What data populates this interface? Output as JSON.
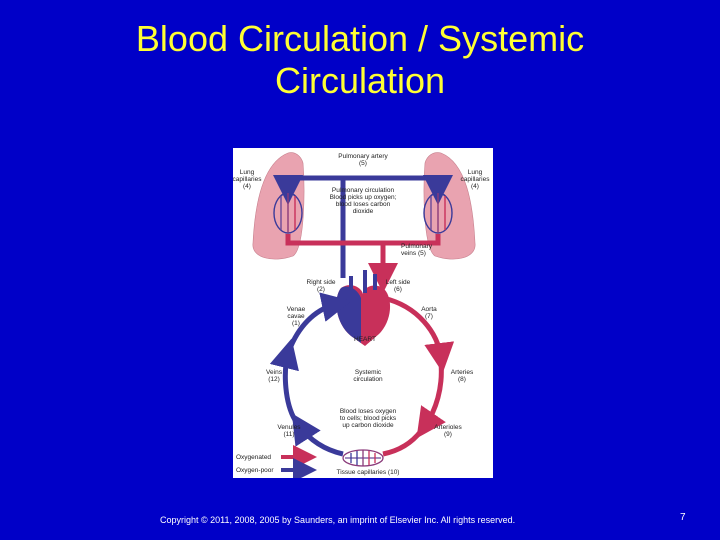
{
  "slide": {
    "title_line1": "Blood Circulation / Systemic",
    "title_line2": "Circulation",
    "copyright": "Copyright © 2011, 2008, 2005 by Saunders, an imprint of Elsevier Inc. All rights reserved.",
    "page_number": "7"
  },
  "diagram": {
    "pulmonary_artery": [
      "Pulmonary artery",
      "(5)"
    ],
    "lung_left": [
      "Lung",
      "capillaries",
      "(4)"
    ],
    "lung_right": [
      "Lung",
      "capillaries",
      "(4)"
    ],
    "pulmonary_circulation": [
      "Pulmonary circulation",
      "Blood picks up oxygen;",
      "blood loses carbon",
      "dioxide"
    ],
    "pulmonary_veins": [
      "Pulmonary",
      "veins (5)"
    ],
    "right_side": [
      "Right side",
      "(2)"
    ],
    "left_side": [
      "Left side",
      "(6)"
    ],
    "venae_cavae": [
      "Venae",
      "cavae",
      "(1)"
    ],
    "aorta": [
      "Aorta",
      "(7)"
    ],
    "heart": "HEART",
    "veins": [
      "Veins",
      "(12)"
    ],
    "systemic_circulation": [
      "Systemic",
      "circulation"
    ],
    "arteries": [
      "Arteries",
      "(8)"
    ],
    "blood_loses": [
      "Blood loses oxygen",
      "to cells; blood picks",
      "up carbon dioxide"
    ],
    "venules": [
      "Venules",
      "(11)"
    ],
    "arterioles": [
      "Arterioles",
      "(9)"
    ],
    "legend_oxygenated": "Oxygenated",
    "legend_oxygen_poor": "Oxygen-poor",
    "tissue_capillaries": "Tissue capillaries (10)",
    "colors": {
      "oxygenated": "#c8305a",
      "oxygen_poor": "#3a3a9a",
      "lung": "#e9a3b0"
    }
  }
}
